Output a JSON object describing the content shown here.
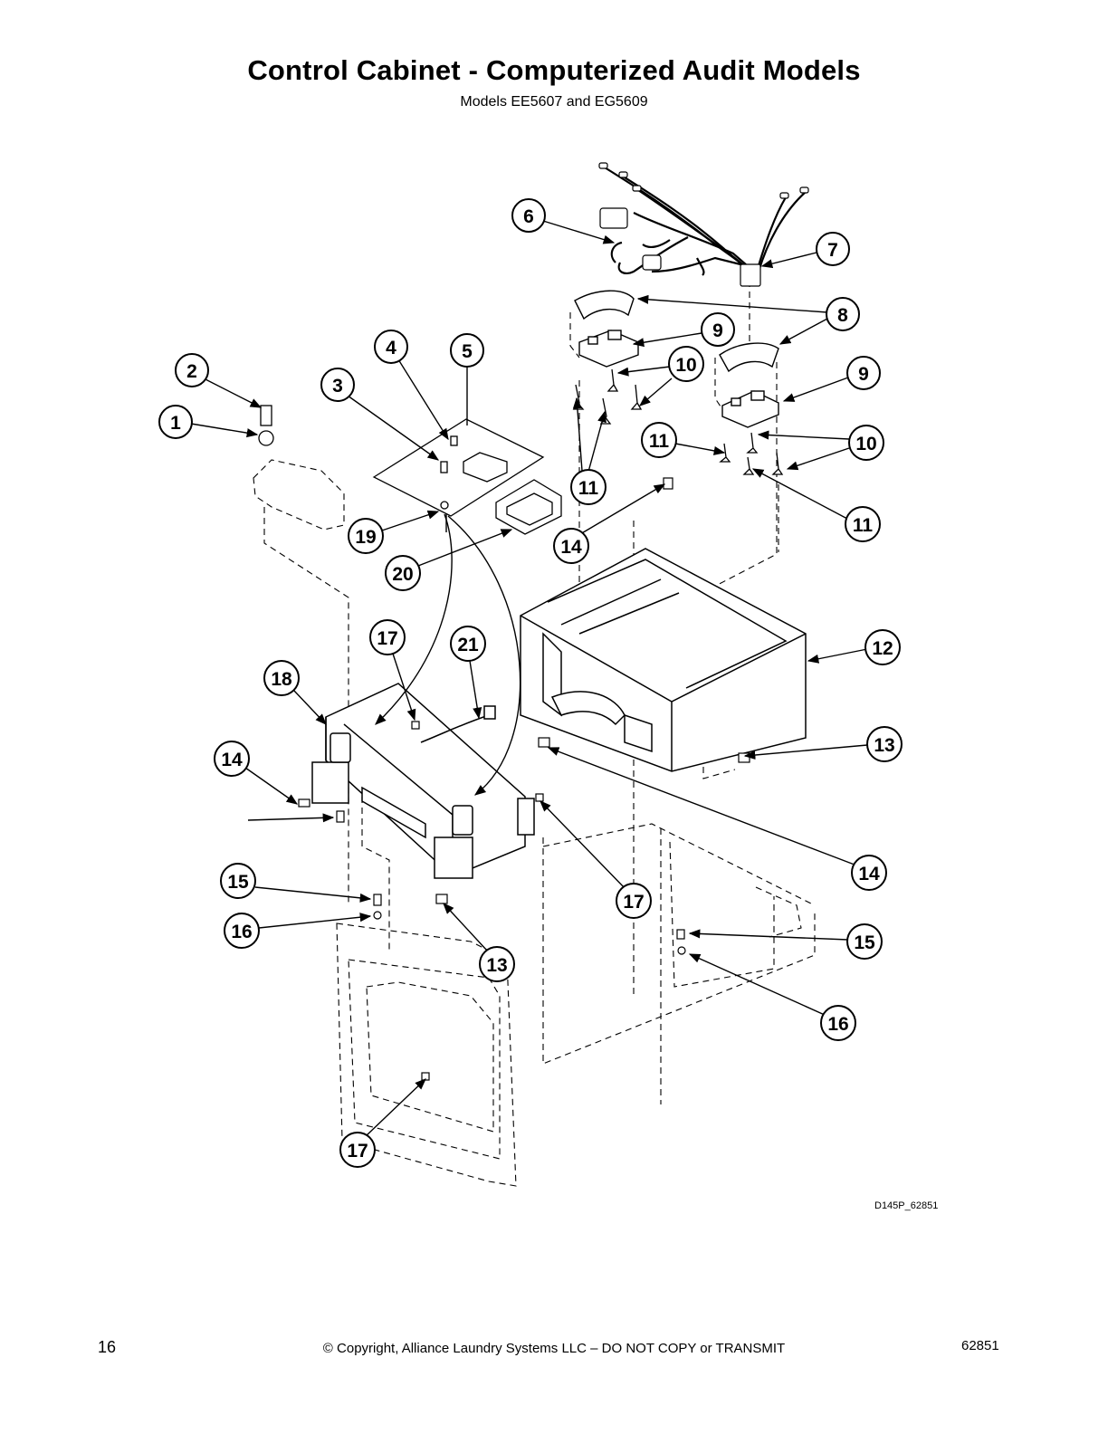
{
  "header": {
    "title": "Control Cabinet - Computerized Audit Models",
    "subtitle": "Models EE5607 and EG5609"
  },
  "diagram": {
    "drawing_id": "D145P_62851",
    "callouts": [
      "1",
      "2",
      "3",
      "4",
      "5",
      "6",
      "7",
      "8",
      "9",
      "10",
      "11",
      "12",
      "13",
      "14",
      "15",
      "16",
      "17",
      "18",
      "19",
      "20",
      "21"
    ]
  },
  "footer": {
    "page_number": "16",
    "copyright": "© Copyright, Alliance Laundry Systems LLC – DO NOT COPY or TRANSMIT",
    "document_number": "62851"
  }
}
